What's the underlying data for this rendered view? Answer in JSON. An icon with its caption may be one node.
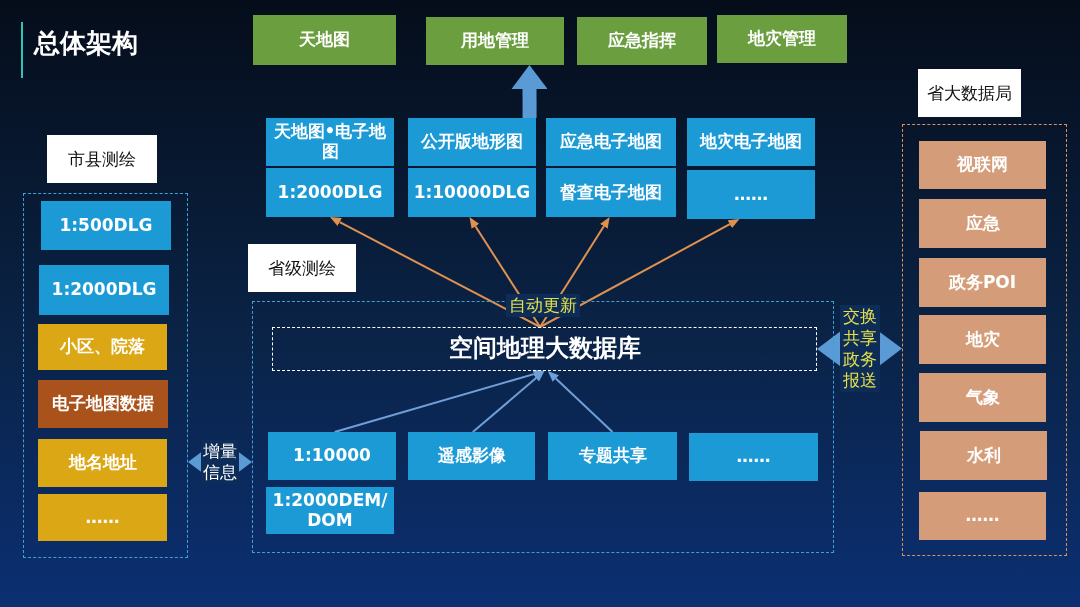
{
  "diagram": {
    "title": "总体架构",
    "nodes": [
      {
        "text": [
          "天地图"
        ]
      },
      {
        "text": [
          "用地管理"
        ]
      },
      {
        "text": [
          "应急指挥"
        ]
      },
      {
        "text": [
          "地灾管理"
        ]
      },
      {
        "text": [
          "天地图•电子地图"
        ]
      },
      {
        "text": [
          "1:2000DLG"
        ]
      },
      {
        "text": [
          "公开版地形图"
        ]
      },
      {
        "text": [
          "1:10000DLG"
        ]
      },
      {
        "text": [
          "应急电子地图"
        ]
      },
      {
        "text": [
          "督查电子地图"
        ]
      },
      {
        "text": [
          "地灾电子地图"
        ]
      },
      {
        "text": [
          "……"
        ]
      },
      {
        "text": [
          "市县测绘"
        ]
      },
      {
        "text": [
          "1:500DLG"
        ],
        "in": 12
      },
      {
        "text": [
          "1:2000DLG"
        ],
        "in": 12
      },
      {
        "text": [
          "小区、院落"
        ],
        "in": 12
      },
      {
        "text": [
          "电子地图数据"
        ],
        "in": 12
      },
      {
        "text": [
          "地名地址"
        ],
        "in": 12
      },
      {
        "text": [
          "……"
        ],
        "in": 12
      },
      {
        "text": [
          "省级测绘"
        ]
      },
      {
        "text": [
          "空间地理大数据库"
        ],
        "in": 19
      },
      {
        "text": [
          "1:10000"
        ],
        "in": 19
      },
      {
        "text": [
          "1:2000DEM/DOM"
        ],
        "in": 19
      },
      {
        "text": [
          "遥感影像"
        ],
        "in": 19
      },
      {
        "text": [
          "专题共享"
        ],
        "in": 19
      },
      {
        "text": [
          "……"
        ],
        "in": 19
      },
      {
        "text": [
          "省大数据局"
        ]
      },
      {
        "text": [
          "视联网"
        ],
        "in": 26
      },
      {
        "text": [
          "应急"
        ],
        "in": 26
      },
      {
        "text": [
          "政务POI"
        ],
        "in": 26
      },
      {
        "text": [
          "地灾"
        ],
        "in": 26
      },
      {
        "text": [
          "气象"
        ],
        "in": 26
      },
      {
        "text": [
          "水利"
        ],
        "in": 26
      },
      {
        "text": [
          "……"
        ],
        "in": 26
      }
    ],
    "edges": [
      {
        "from": 6,
        "to": 1,
        "arrow": "to",
        "style": "thick",
        "color": "#5b9bd5"
      },
      {
        "from": 20,
        "to": 5,
        "arrow": "to",
        "color": "#e0914f"
      },
      {
        "from": 20,
        "to": 7,
        "arrow": "to",
        "color": "#e0914f"
      },
      {
        "from": 20,
        "to": 9,
        "arrow": "to",
        "color": "#e0914f"
      },
      {
        "from": 20,
        "to": 11,
        "arrow": "to",
        "color": "#e0914f"
      },
      {
        "from": 21,
        "to": 20,
        "arrow": "to",
        "color": "#6f9fd8"
      },
      {
        "from": 23,
        "to": 20,
        "arrow": "to",
        "color": "#6f9fd8"
      },
      {
        "from": 24,
        "to": 20,
        "arrow": "to",
        "color": "#6f9fd8"
      },
      {
        "from": 12,
        "to": 19,
        "arrow": "both",
        "label": "增量信息",
        "style": "thick",
        "color": "#5b9bd5"
      },
      {
        "from": 20,
        "to": 26,
        "arrow": "both",
        "label": "交换共享政务报送",
        "style": "thick",
        "color": "#5b9bd5"
      }
    ],
    "labels": [
      "自动更新"
    ]
  }
}
